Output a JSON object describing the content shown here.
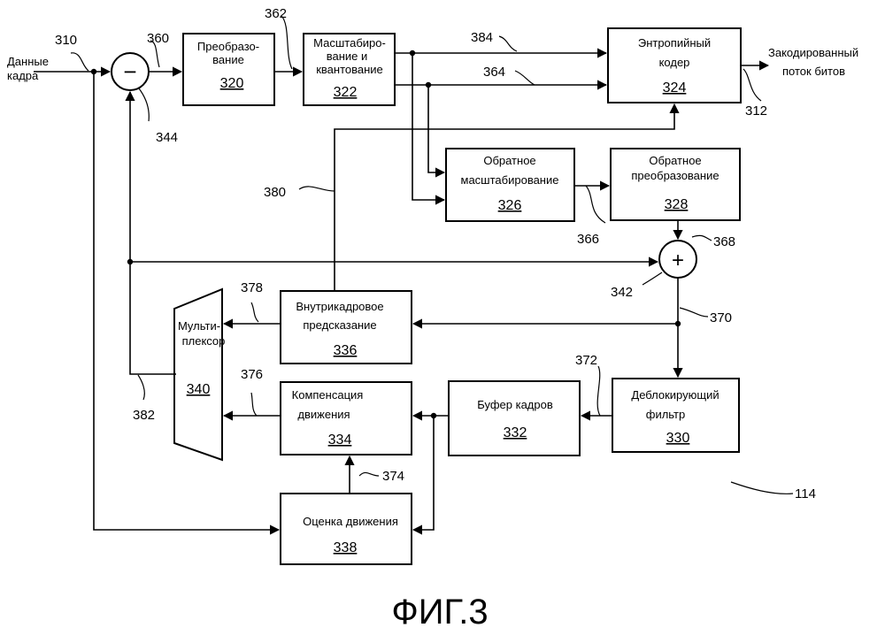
{
  "input": {
    "label_line1": "Данные",
    "label_line2": "кадра",
    "ref": "310"
  },
  "output": {
    "label_line1": "Закодированный",
    "label_line2": "поток битов",
    "ref": "312"
  },
  "blocks": {
    "transform": {
      "line1": "Преобразо-",
      "line2": "вание",
      "ref": "320"
    },
    "scale_quant": {
      "line1": "Масштабиро-",
      "line2": "вание и",
      "line3": "квантование",
      "ref": "322"
    },
    "entropy": {
      "line1": "Энтропийный",
      "line2": "кодер",
      "ref": "324"
    },
    "inverse_scale": {
      "line1": "Обратное",
      "line2": "масштабирование",
      "ref": "326"
    },
    "inverse_transform": {
      "line1": "Обратное",
      "line2": "преобразование",
      "ref": "328"
    },
    "deblocking": {
      "line1": "Деблокирующий",
      "line2": "фильтр",
      "ref": "330"
    },
    "frame_buffer": {
      "line1": "Буфер кадров",
      "ref": "332"
    },
    "motion_comp": {
      "line1": "Компенсация",
      "line2": "движения",
      "ref": "334"
    },
    "intra_pred": {
      "line1": "Внутрикадровое",
      "line2": "предсказание",
      "ref": "336"
    },
    "motion_est": {
      "line1": "Оценка движения",
      "ref": "338"
    },
    "mux": {
      "line1": "Мульти-",
      "line2": "плексор",
      "ref": "340"
    }
  },
  "junctions": {
    "subtractor": {
      "symbol": "−",
      "ref": "344"
    },
    "adder": {
      "symbol": "+",
      "ref": "342"
    }
  },
  "signal_refs": {
    "s360": "360",
    "s362": "362",
    "s364": "364",
    "s366": "366",
    "s368": "368",
    "s370": "370",
    "s372": "372",
    "s374": "374",
    "s376": "376",
    "s378": "378",
    "s380": "380",
    "s382": "382",
    "s384": "384"
  },
  "figure": {
    "ref": "114",
    "caption": "ФИГ.3"
  }
}
